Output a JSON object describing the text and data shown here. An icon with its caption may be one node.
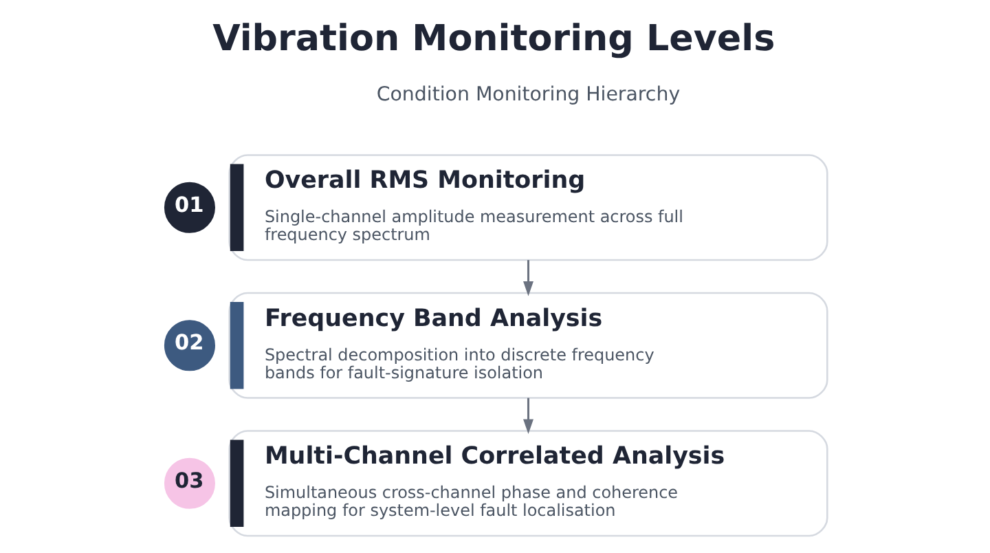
{
  "diagram": {
    "title": "Vibration Monitoring Levels",
    "nodes": [
      {
        "text": [
          "01"
        ]
      },
      {
        "text": [
          "Overall RMS Monitoring",
          "Single-channel amplitude measurement across full frequency spectrum"
        ]
      },
      {
        "text": [
          "02"
        ]
      },
      {
        "text": [
          "Frequency Band Analysis",
          "Spectral decomposition into discrete frequency bands for fault-signature isolation"
        ]
      },
      {
        "text": [
          "03"
        ]
      },
      {
        "text": [
          "Multi-Channel Correlated Analysis",
          "Simultaneous cross-channel phase and coherence mapping for system-level fault localisation"
        ]
      }
    ],
    "edges": [
      {
        "from": 1,
        "to": 3,
        "arrow": "to"
      },
      {
        "from": 3,
        "to": 5,
        "arrow": "to"
      }
    ],
    "labels": [
      "Condition Monitoring Hierarchy"
    ]
  }
}
